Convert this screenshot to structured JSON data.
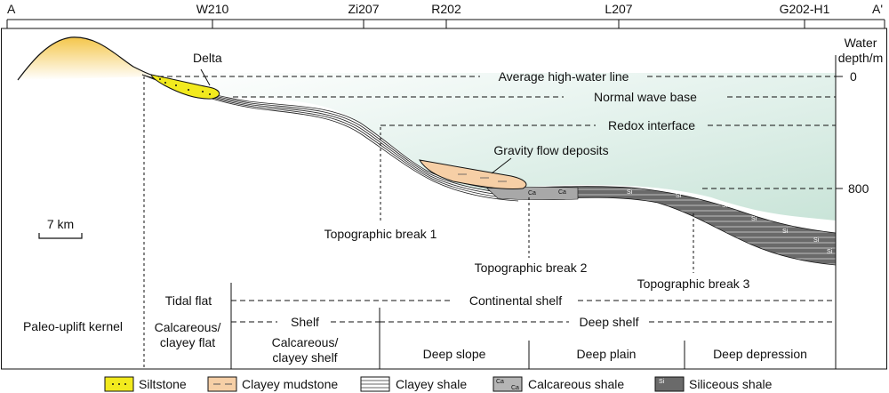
{
  "section": {
    "left_end": "A",
    "right_end": "A'"
  },
  "wells": [
    "W210",
    "Zi207",
    "R202",
    "L207",
    "G202-H1"
  ],
  "water_depth": {
    "title_line1": "Water",
    "title_line2": "depth/m",
    "ticks": [
      "0",
      "800"
    ]
  },
  "scale_bar": {
    "label": "7 km"
  },
  "annotations": {
    "delta": "Delta",
    "high_water": "Average high-water line",
    "wave_base": "Normal wave base",
    "redox": "Redox interface",
    "gravity": "Gravity flow deposits",
    "break1": "Topographic break 1",
    "break2": "Topographic break 2",
    "break3": "Topographic break 3"
  },
  "lithology_symbols": {
    "calcareous": "Ca",
    "siliceous": "Si"
  },
  "zones": {
    "tidal_flat": "Tidal flat",
    "continental_shelf": "Continental shelf",
    "shelf": "Shelf",
    "deep_shelf": "Deep shelf",
    "paleo_uplift": "Paleo-uplift kernel",
    "calc_flat_1": "Calcareous/",
    "calc_flat_2": "clayey flat",
    "calc_shelf_1": "Calcareous/",
    "calc_shelf_2": "clayey shelf",
    "deep_slope": "Deep slope",
    "deep_plain": "Deep plain",
    "deep_depression": "Deep depression"
  },
  "legend": [
    "Siltstone",
    "Clayey mudstone",
    "Clayey shale",
    "Calcareous shale",
    "Siliceous shale"
  ],
  "colors": {
    "siltstone": "#f2ea1e",
    "mudstone": "#f6cfa6",
    "water": "#d5ebe2",
    "uplift": "#f4c64a",
    "siliceous": "#6e6e6e",
    "calcareous": "#b5b5b5"
  }
}
